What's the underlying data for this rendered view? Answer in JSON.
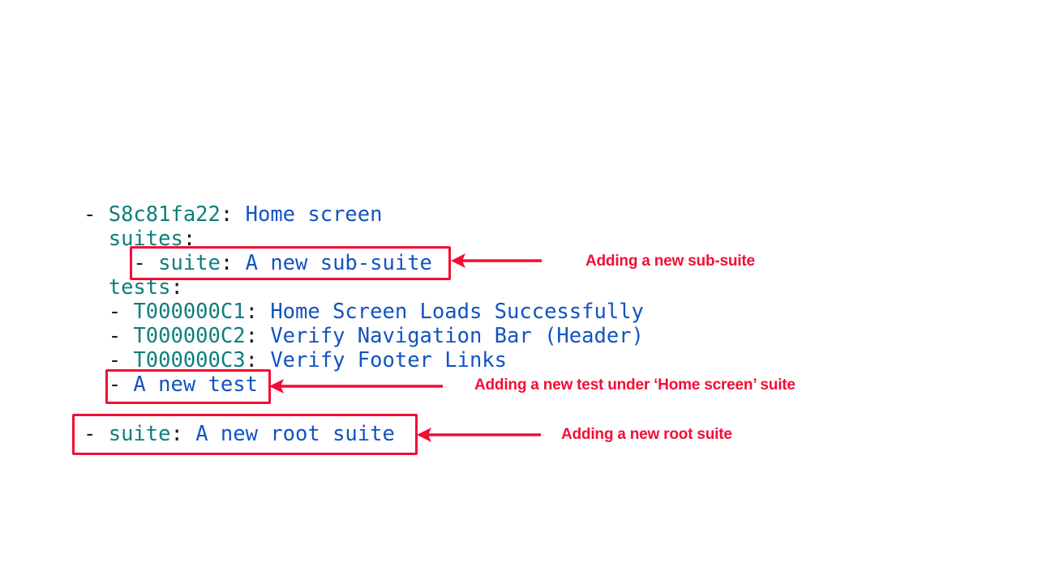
{
  "colors": {
    "background": "#ffffff",
    "code_key_teal": "#0d7e7e",
    "code_value_blue": "#1253c2",
    "code_plain_black": "#1b1b1b",
    "annotation_red": "#f30d35"
  },
  "code": {
    "home_screen_block": {
      "lines": [
        [
          [
            "plain",
            "- "
          ],
          [
            "key",
            "S8c81fa22"
          ],
          [
            "plain",
            ": "
          ],
          [
            "val",
            "Home screen"
          ]
        ],
        [
          [
            "plain",
            "  "
          ],
          [
            "key",
            "suites"
          ],
          [
            "plain",
            ":"
          ]
        ],
        [
          [
            "plain",
            "    - "
          ],
          [
            "key",
            "suite"
          ],
          [
            "plain",
            ": "
          ],
          [
            "val",
            "A new sub-suite"
          ]
        ],
        [
          [
            "plain",
            "  "
          ],
          [
            "key",
            "tests"
          ],
          [
            "plain",
            ":"
          ]
        ],
        [
          [
            "plain",
            "  - "
          ],
          [
            "key",
            "T000000C1"
          ],
          [
            "plain",
            ": "
          ],
          [
            "val",
            "Home Screen Loads Successfully"
          ]
        ],
        [
          [
            "plain",
            "  - "
          ],
          [
            "key",
            "T000000C2"
          ],
          [
            "plain",
            ": "
          ],
          [
            "val",
            "Verify Navigation Bar (Header)"
          ]
        ],
        [
          [
            "plain",
            "  - "
          ],
          [
            "key",
            "T000000C3"
          ],
          [
            "plain",
            ": "
          ],
          [
            "val",
            "Verify Footer Links"
          ]
        ],
        [
          [
            "plain",
            "  - "
          ],
          [
            "val",
            "A new test"
          ]
        ]
      ]
    },
    "root_suite_block": {
      "lines": [
        [
          [
            "plain",
            "- "
          ],
          [
            "key",
            "suite"
          ],
          [
            "plain",
            ": "
          ],
          [
            "val",
            "A new root suite"
          ]
        ]
      ]
    }
  },
  "annotations": [
    {
      "label": "Adding a new sub-suite"
    },
    {
      "label": "Adding a new test under ‘Home screen’ suite"
    },
    {
      "label": "Adding a new root suite"
    }
  ]
}
